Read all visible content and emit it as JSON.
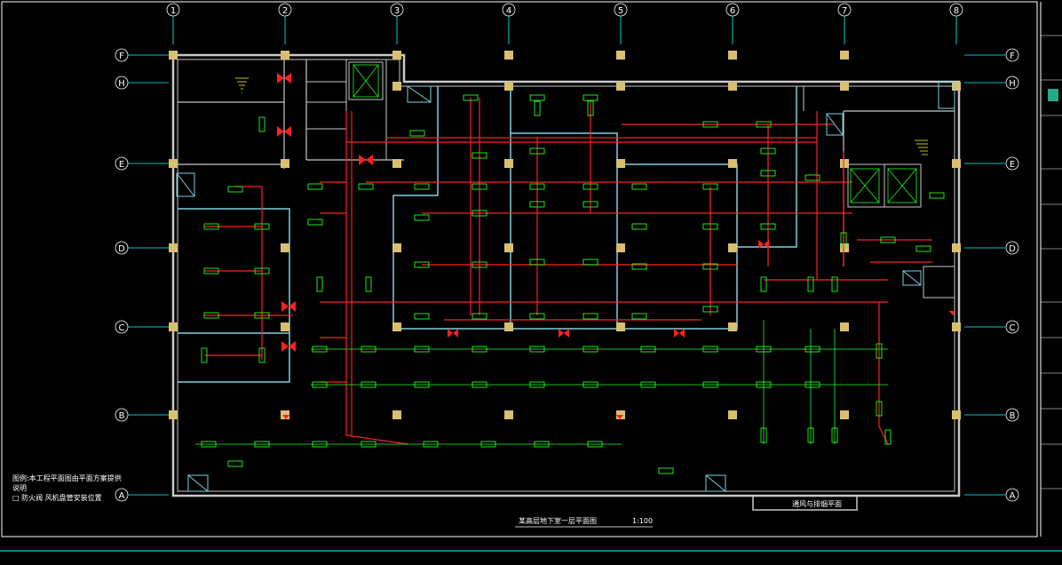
{
  "axes": {
    "vertical": [
      "1",
      "2",
      "3",
      "4",
      "5",
      "6",
      "7",
      "8"
    ],
    "horizontal": [
      "F",
      "H",
      "E",
      "D",
      "C",
      "B",
      "A"
    ]
  },
  "drawing_title": "某高层地下室一层平面图",
  "drawing_scale": "1:100",
  "notes": {
    "line1": "图例:本工程平面图由平面方案提供",
    "line2": "说明",
    "legend": "□ 防火阀 风机盘管安装位置"
  },
  "right_label": "通风与排烟平面",
  "colors": {
    "background": "#000000",
    "grid": "#00ffff",
    "wall": "#c8c8c8",
    "duct": "#ff2020",
    "fixture": "#20ff20",
    "column": "#d8c070",
    "partition": "#7fd0e0"
  }
}
